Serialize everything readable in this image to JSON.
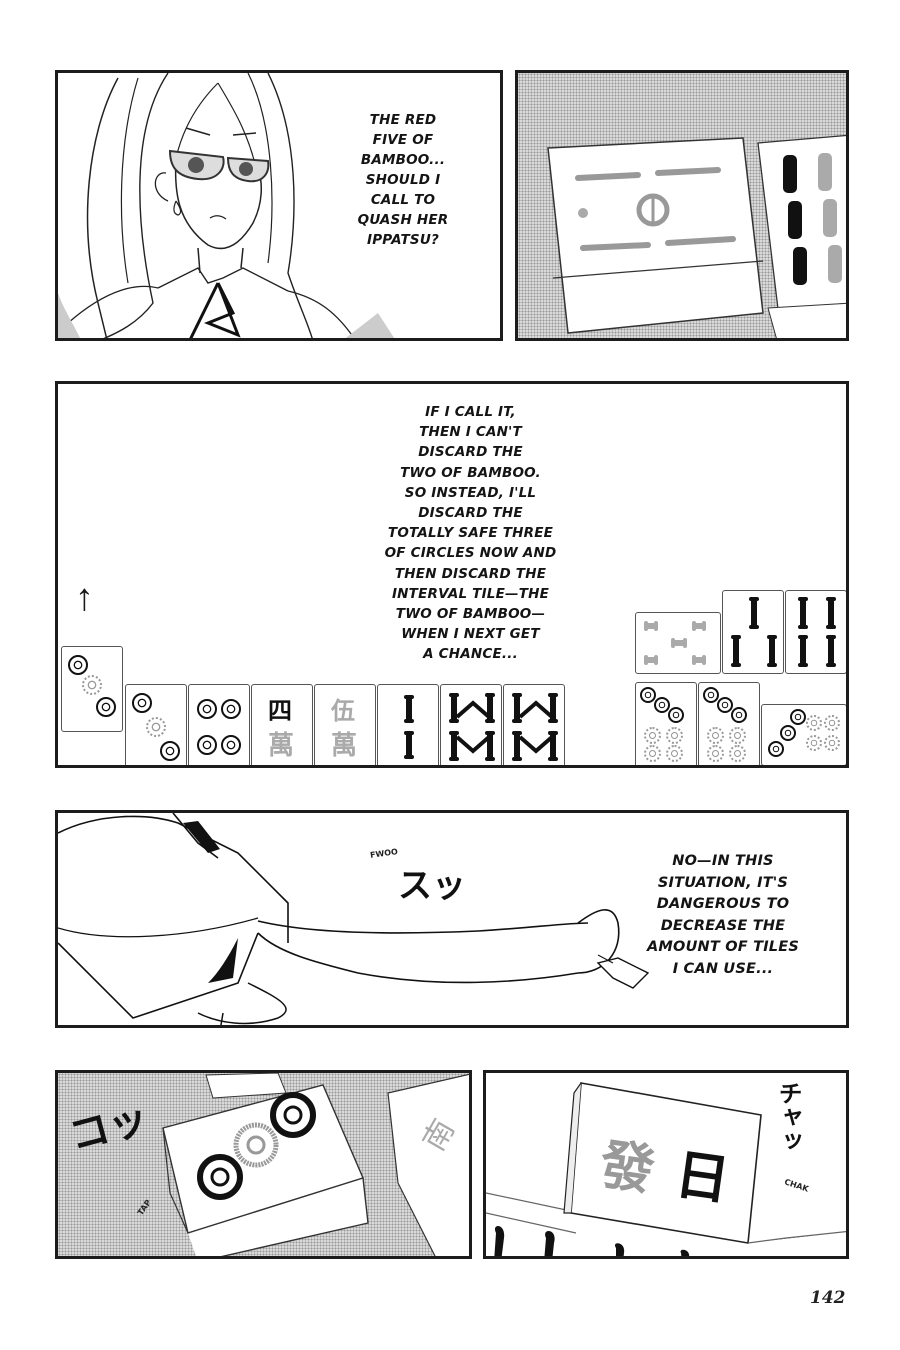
{
  "page": {
    "number": "142",
    "background": "#ffffff",
    "border_color": "#1c1c1c"
  },
  "panels": {
    "panel1": {
      "description": "Girl with long hair and glasses, sweating, looking thoughtful",
      "caption": "THE RED\nFIVE OF\nBAMBOO...\nSHOULD I\nCALL TO\nQUASH HER\nIPPATSU?"
    },
    "panel2": {
      "description": "Close-up of red five of bamboo tile next to another bamboo tile on textured table"
    },
    "panel3": {
      "caption": "IF I CALL IT,\nTHEN I CAN'T\nDISCARD THE\nTWO OF BAMBOO.\nSO INSTEAD, I'LL\nDISCARD THE\nTOTALLY SAFE THREE\nOF CIRCLES NOW AND\nTHEN DISCARD THE\nINTERVAL TILE—THE\nTWO OF BAMBOO—\nWHEN I NEXT GET\nA CHANCE...",
      "arrow_icon": "↑",
      "hand_tiles": [
        {
          "suit": "circles",
          "rank": 3,
          "raised": true
        },
        {
          "suit": "circles",
          "rank": 3
        },
        {
          "suit": "circles",
          "rank": 4
        },
        {
          "suit": "characters",
          "rank": 4,
          "glyph_top": "四",
          "glyph_bottom": "萬"
        },
        {
          "suit": "characters",
          "rank": 5,
          "glyph_top": "伍",
          "glyph_bottom": "萬"
        },
        {
          "suit": "bamboo",
          "rank": 2
        },
        {
          "suit": "bamboo",
          "rank": 8
        },
        {
          "suit": "bamboo",
          "rank": 8
        }
      ],
      "meld_tiles": [
        {
          "suit": "bamboo",
          "rank": 5,
          "sideways": true,
          "red": true
        },
        {
          "suit": "bamboo",
          "rank": 3
        },
        {
          "suit": "bamboo",
          "rank": 4
        },
        {
          "suit": "circles",
          "rank": 7
        },
        {
          "suit": "circles",
          "rank": 7
        },
        {
          "suit": "circles",
          "rank": 7,
          "sideways": true
        }
      ]
    },
    "panel4": {
      "description": "Arm reaching across to discard a tile",
      "sfx_romaji": "FWOO",
      "sfx_kana": "スッ",
      "caption": "NO—IN THIS\nSITUATION, IT'S\nDANGEROUS TO\nDECREASE THE\nAMOUNT OF TILES\nI CAN USE..."
    },
    "panel5": {
      "description": "Three of circles tile placed on table",
      "sfx_kana": "コッ",
      "sfx_romaji": "TAP"
    },
    "panel6": {
      "description": "Another tile placed upright with kanji",
      "tile_glyph_left": "發",
      "tile_glyph_right": "日",
      "sfx_kana": "チャッ",
      "sfx_romaji": "CHAK"
    }
  }
}
